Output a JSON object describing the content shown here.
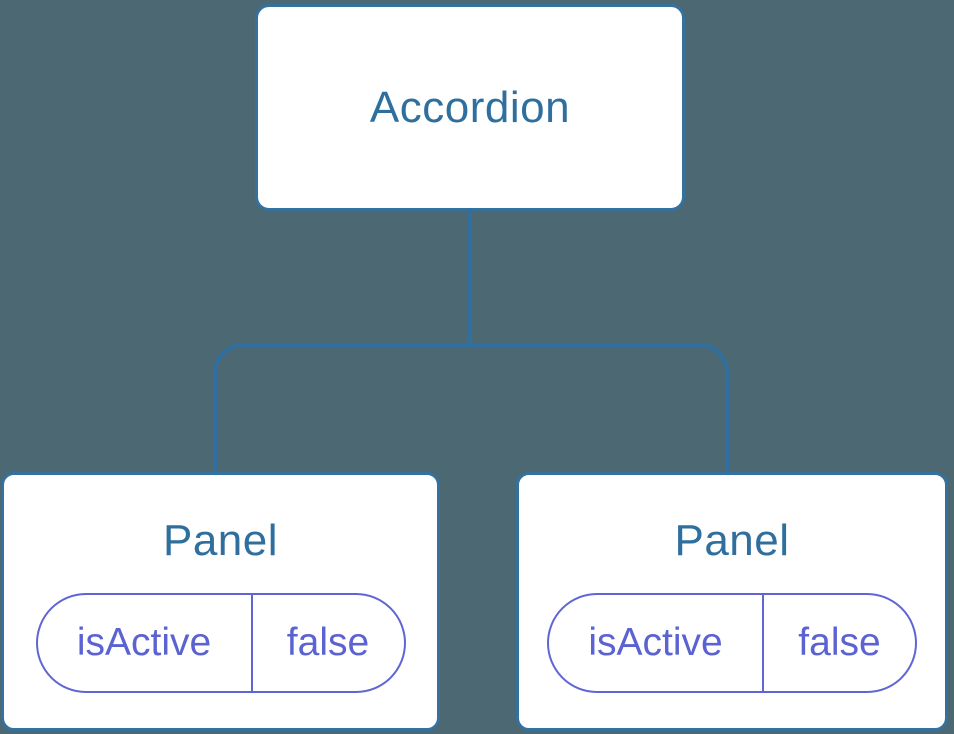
{
  "diagram": {
    "type": "component-tree",
    "root": {
      "label": "Accordion"
    },
    "children": [
      {
        "label": "Panel",
        "prop": {
          "name": "isActive",
          "value": "false"
        }
      },
      {
        "label": "Panel",
        "prop": {
          "name": "isActive",
          "value": "false"
        }
      }
    ]
  },
  "colors": {
    "background": "#4C6872",
    "node_border": "#35719F",
    "node_bg": "#FFFFFF",
    "node_text": "#2F6F9E",
    "connector": "#3070A0",
    "pill_border": "#6065D5",
    "pill_text": "#5B63D2"
  }
}
